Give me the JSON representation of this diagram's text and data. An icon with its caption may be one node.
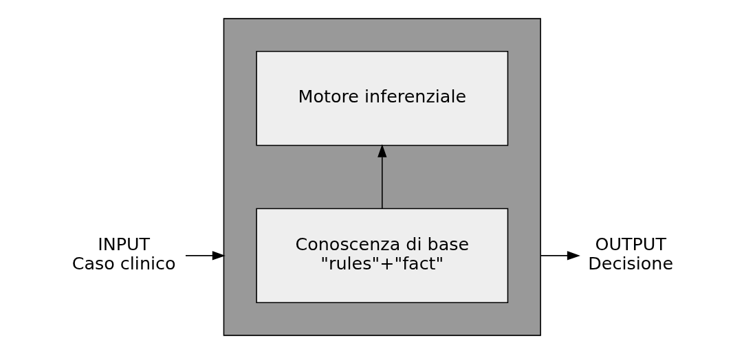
{
  "diagram": {
    "nodes": [
      {
        "text": [
          "INPUT",
          "Caso clinico"
        ]
      },
      {
        "text": [],
        "shape": "box"
      },
      {
        "text": [
          "Motore inferenziale"
        ],
        "in": 1
      },
      {
        "text": [
          "Conoscenza di base",
          "\"rules\"+\"fact\""
        ],
        "in": 1
      },
      {
        "text": [
          "OUTPUT",
          "Decisione"
        ]
      }
    ],
    "edges": [
      {
        "from": 0,
        "to": 1,
        "arrow": "to"
      },
      {
        "from": 3,
        "to": 2,
        "arrow": "to"
      },
      {
        "from": 1,
        "to": 4,
        "arrow": "to"
      }
    ]
  }
}
